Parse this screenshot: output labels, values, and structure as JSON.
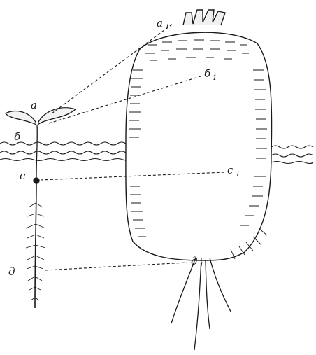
{
  "labels": {
    "seedling_a": "a",
    "seedling_b": "б",
    "seedling_c": "c",
    "seedling_d": "д",
    "root_a": "a",
    "root_a_sub": "1",
    "root_b": "б",
    "root_b_sub": "1",
    "root_c": "c",
    "root_c_sub": "1",
    "root_d": "д",
    "root_d_sub": "1"
  },
  "colors": {
    "ink": "#1a1a1a",
    "paper": "#ffffff"
  }
}
